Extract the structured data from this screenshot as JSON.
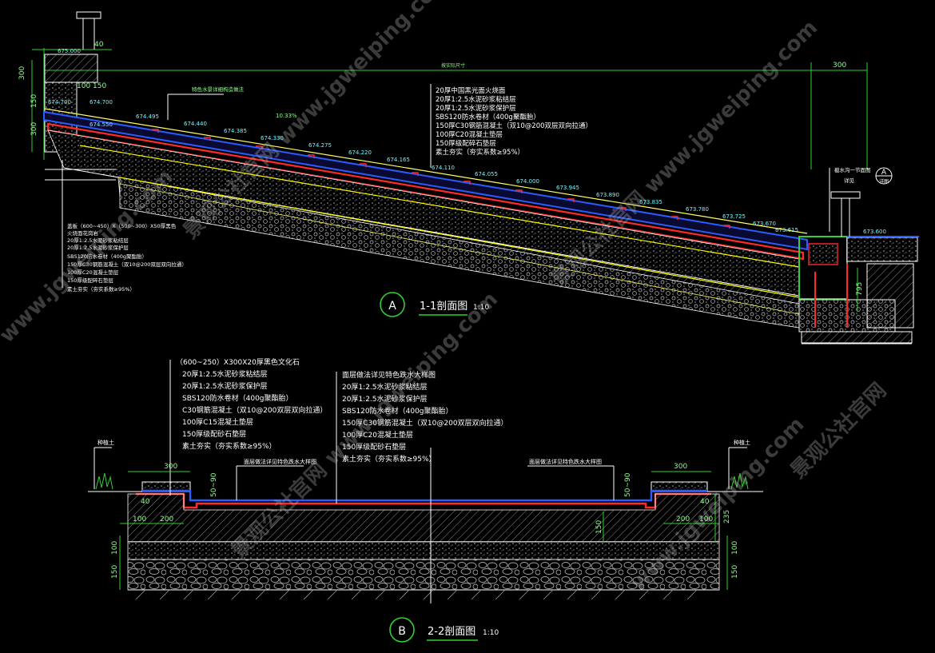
{
  "section_a": {
    "badge": "A",
    "title": "1-1剖面图",
    "scale": "1:10",
    "dims": {
      "left_300_top": "300",
      "left_150": "150",
      "left_300_bottom": "300",
      "top_40": "40",
      "mid_150": "150",
      "mid_100": "100",
      "run_label": "按实际尺寸",
      "right_300": "300",
      "right_795": "795"
    },
    "elevations": [
      "675.000",
      "674.700",
      "674.700",
      "674.550",
      "674.495",
      "674.440",
      "674.385",
      "674.330",
      "674.275",
      "674.220",
      "674.165",
      "674.110",
      "674.055",
      "674.000",
      "673.945",
      "673.890",
      "673.835",
      "673.780",
      "673.725",
      "673.670",
      "673.615",
      "673.600"
    ],
    "callout_top_left": "特色水景详细构造做法",
    "slope_label": "10.33%",
    "layers_top": [
      "20厚中国黑光面火烧面",
      "20厚1:2.5水泥砂浆粘结层",
      "20厚1:2.5水泥砂浆保护层",
      "SBS120防水卷材（400g聚酯胎）",
      "150厚C30钢筋混凝土（双10@200双层双向拉通）",
      "100厚C20混凝土垫层",
      "150厚级配碎石垫层",
      "素土夯实（夯实系数≥95%）"
    ],
    "layers_left": [
      "盖板（600~450）X（500~300）X50厚黑色",
      "火烧面花岗岩",
      "20厚1:2.5水泥砂浆粘结层",
      "20厚1:2.5水泥砂浆保护层",
      "SBS120防水卷材（400g聚酯胎）",
      "150厚C30钢筋混凝土（双10@200双层双向拉通）",
      "100厚C20混凝土垫层",
      "150厚级配碎石垫层",
      "素土夯实（夯实系数≥95%）"
    ],
    "drain_label_1": "截水沟一节面图",
    "drain_label_2": "详见",
    "drain_badge": "A",
    "drain_badge_sub": "详图"
  },
  "section_b": {
    "badge": "B",
    "title": "2-2剖面图",
    "scale": "1:10",
    "layers_left": [
      "（600~250）X300X20厚黑色文化石",
      "20厚1:2.5水泥砂浆粘结层",
      "20厚1:2.5水泥砂浆保护层",
      "SBS120防水卷材（400g聚酯胎）",
      "C30钢筋混凝土（双10@200双层双向拉通）",
      "100厚C15混凝土垫层",
      "150厚级配砂石垫层",
      "素土夯实（夯实系数≥95%）"
    ],
    "layers_center": [
      "面层做法详见特色跌水大样图",
      "20厚1:2.5水泥砂浆粘结层",
      "20厚1:2.5水泥砂浆保护层",
      "SBS120防水卷材（400g聚酯胎）",
      "150厚C30钢筋混凝土（双10@200双层双向拉通）",
      "100厚C20混凝土垫层",
      "150厚级配砂石垫层",
      "素土夯实（夯实系数≥95%）"
    ],
    "plant_soil_left": "种植土",
    "plant_soil_right": "种植土",
    "surface_note_left": "面层做法详见特色跌水大样图",
    "surface_note_right": "面层做法详见特色跌水大样图",
    "dims": {
      "top_300_left": "300",
      "top_300_right": "300",
      "d_40_left": "40",
      "d_40_right": "40",
      "d_50_90_left": "50~90",
      "d_50_90_right": "50~90",
      "d_100_left": "100",
      "d_200_left": "200",
      "d_200_right": "200",
      "d_100_right": "100",
      "d_150_mid": "150",
      "d_235": "235",
      "v_100_left": "100",
      "v_150_left": "150",
      "v_100_right": "100",
      "v_150_right": "150"
    }
  },
  "watermarks": [
    "景观公社官网 www.jgweiping.com",
    "www.jgweiping.com",
    "景观公社官网"
  ],
  "colors": {
    "background": "#000000",
    "dim_green": "#2fd02f",
    "yellow": "#ffff00",
    "red": "#ff2a2a",
    "blue": "#2a5cff",
    "cyan": "#00e5ff",
    "white": "#ffffff",
    "hatch_gray": "#9a9a9a"
  }
}
